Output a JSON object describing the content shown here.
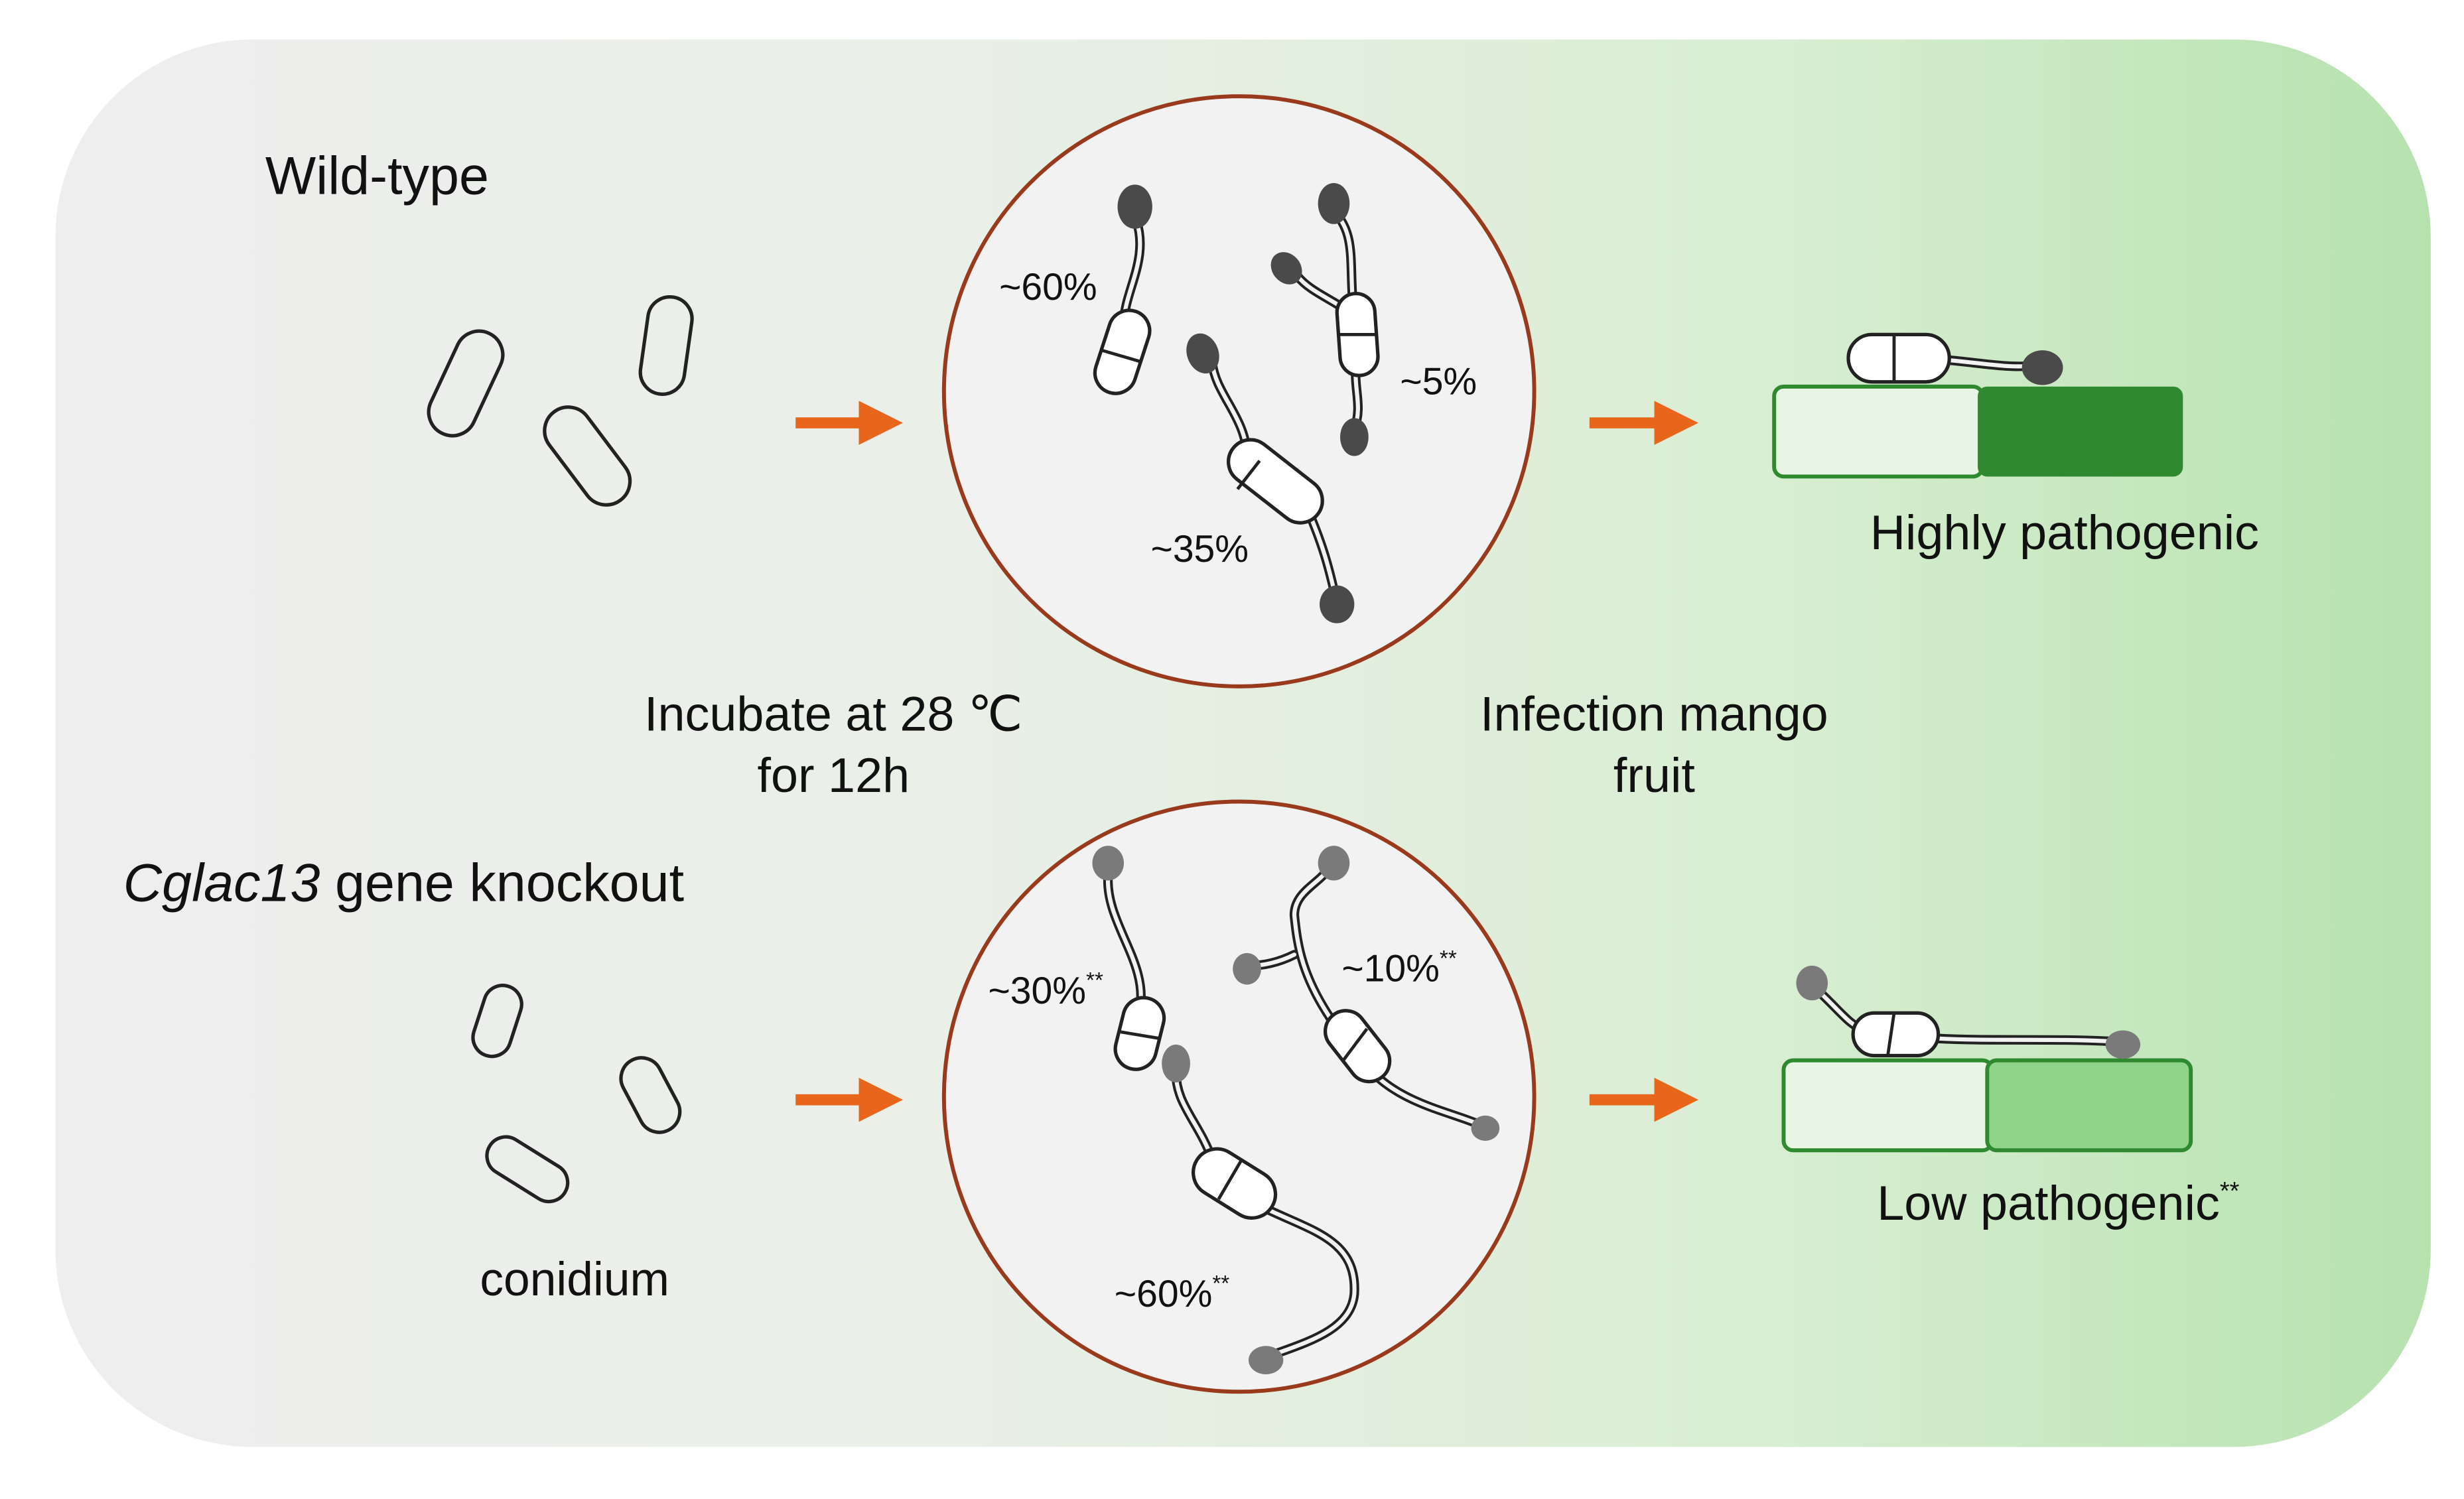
{
  "rows": {
    "wild_type": {
      "title": "Wild-type",
      "germination": {
        "appressorium_pct": "~60%",
        "branched_pct": "~5%",
        "long_hyphae_pct": "~35%"
      },
      "outcome": "Highly pathogenic"
    },
    "knockout": {
      "gene": "Cglac13",
      "title_suffix": " gene knockout",
      "germination": {
        "appressorium_pct": "~30%",
        "branched_pct": "~10%",
        "long_hyphae_pct": "~60%"
      },
      "outcome": "Low pathogenic",
      "significance": "**"
    }
  },
  "steps": {
    "incubate_line1": "Incubate at 28 ℃",
    "incubate_line2": "for 12h",
    "infection_line1": "Infection mango",
    "infection_line2": "fruit"
  },
  "labels": {
    "conidium": "conidium"
  },
  "colors": {
    "arrow": "#E8661C",
    "circle_border": "#9A3A1C",
    "dark_lesion": "#2F8A2F",
    "light_lesion": "#90D48A",
    "tissue": "#E9F5E4",
    "appressorium_wt": "#4a4a4a",
    "appressorium_ko": "#7a7a7a"
  }
}
